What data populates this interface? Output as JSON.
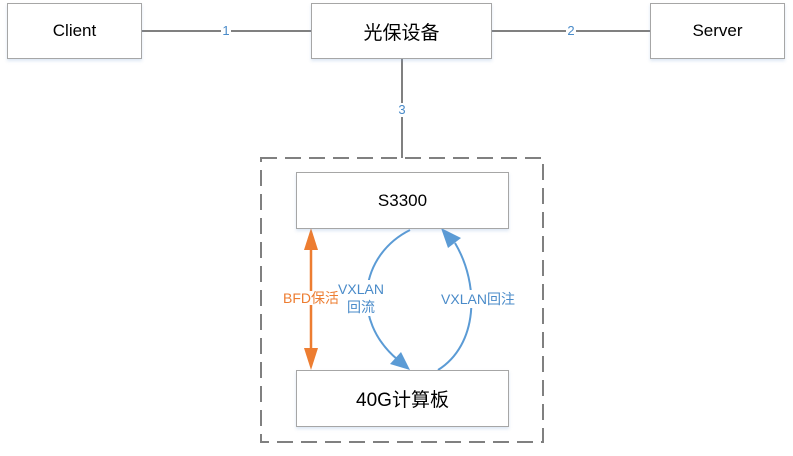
{
  "nodes": {
    "client": "Client",
    "optical": "光保设备",
    "server": "Server",
    "switch": "S3300",
    "board": "40G计算板"
  },
  "links": {
    "link1": "1",
    "link2": "2",
    "link3": "3"
  },
  "flows": {
    "bfd": "BFD保活",
    "vxlan_back_line1": "VXLAN",
    "vxlan_back_line2": "回流",
    "vxlan_inject": "VXLAN回注"
  },
  "colors": {
    "link": "#808080",
    "bfd": "#ed7d31",
    "vxlan": "#5b9bd5",
    "link_label": "#4a8bc9"
  }
}
